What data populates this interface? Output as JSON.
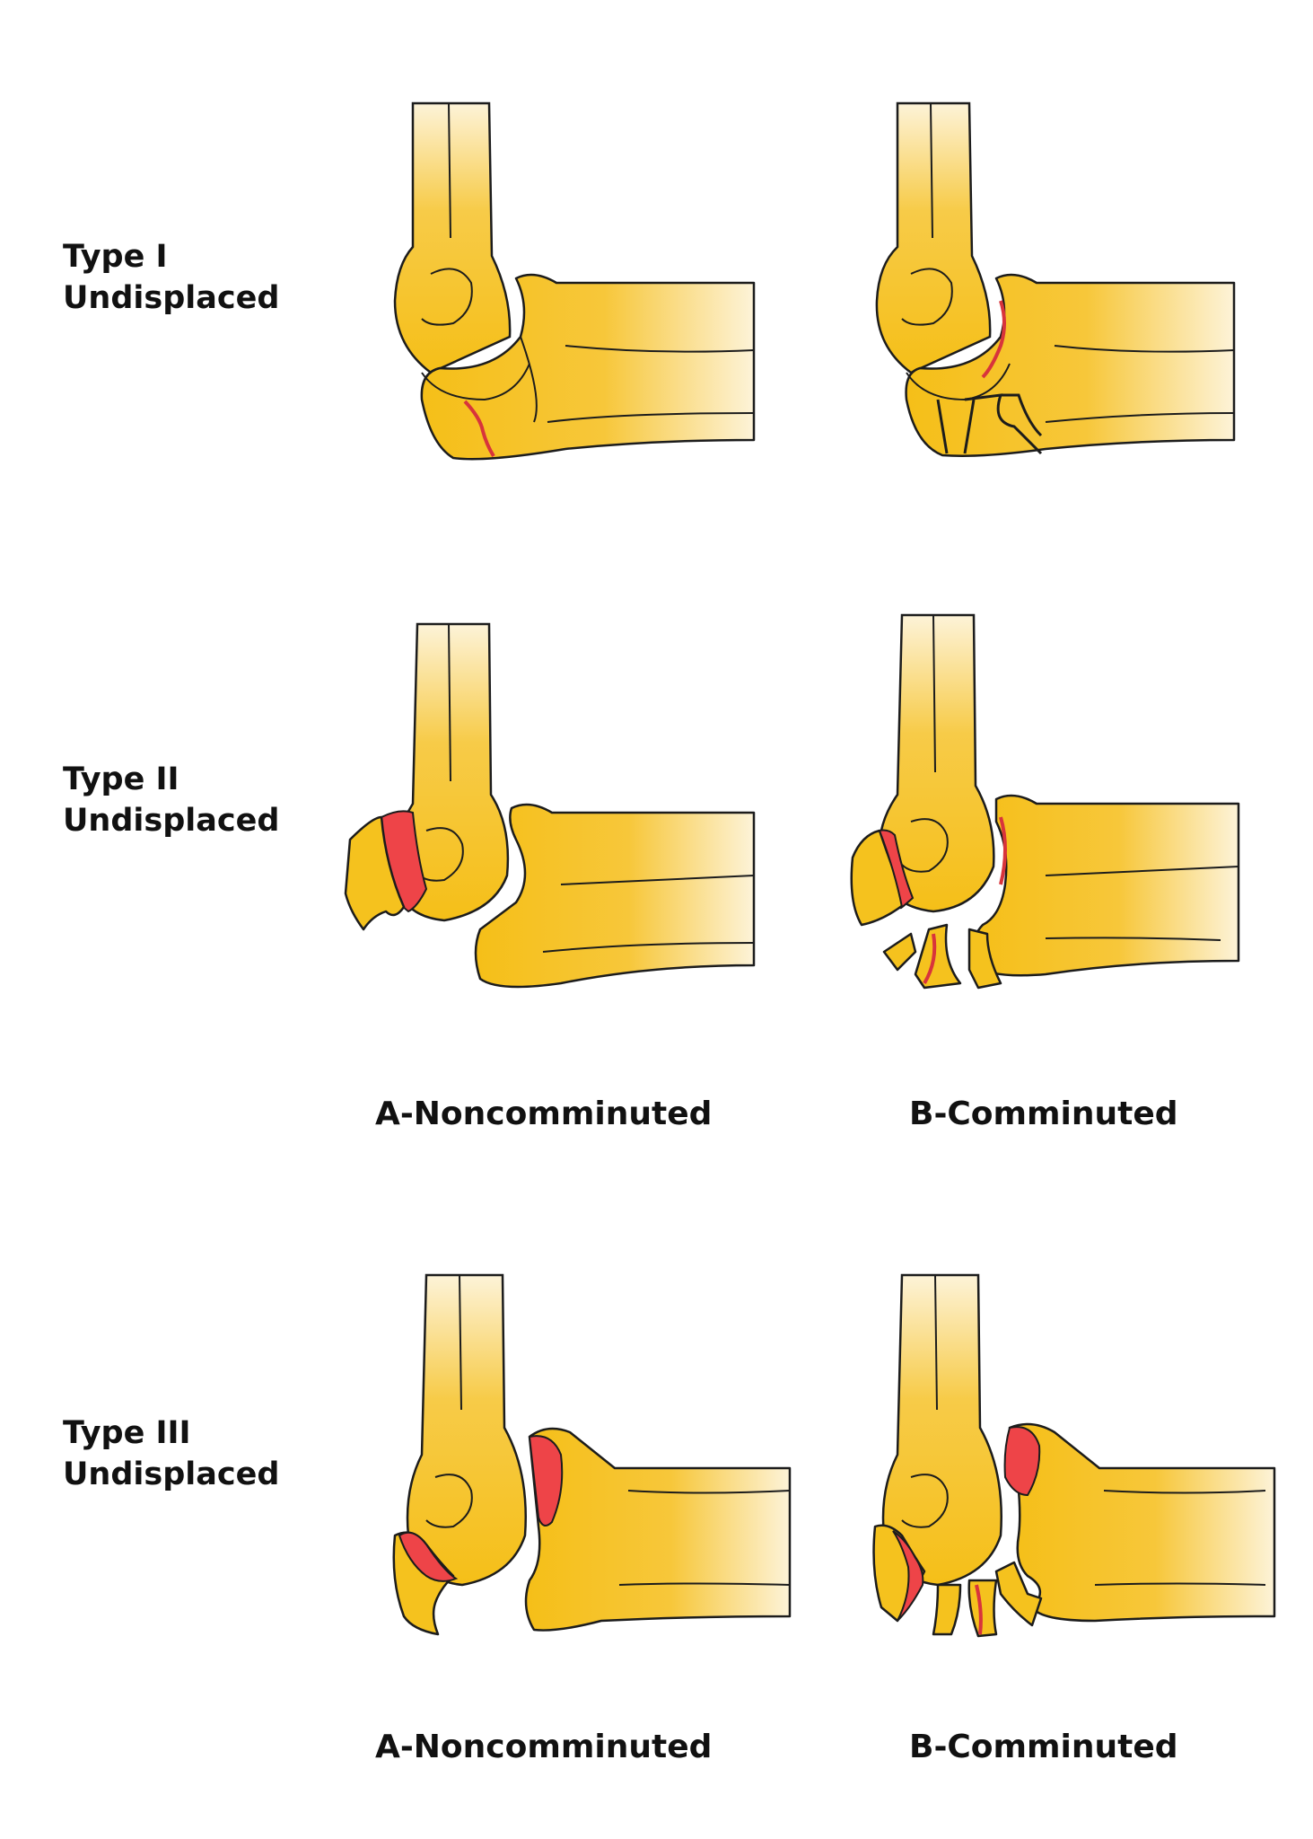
{
  "rows": [
    {
      "type": "Type I",
      "status": "Undisplaced"
    },
    {
      "type": "Type II",
      "status": "Undisplaced"
    },
    {
      "type": "Type III",
      "status": "Undisplaced"
    }
  ],
  "column_labels": {
    "row2": {
      "a": "A-Noncomminuted",
      "b": "B-Comminuted"
    },
    "row3": {
      "a": "A-Noncomminuted",
      "b": "B-Comminuted"
    }
  },
  "colors": {
    "bone": "#f5c21e",
    "fracture": "#ee4448",
    "outline": "#1c1c1c"
  }
}
